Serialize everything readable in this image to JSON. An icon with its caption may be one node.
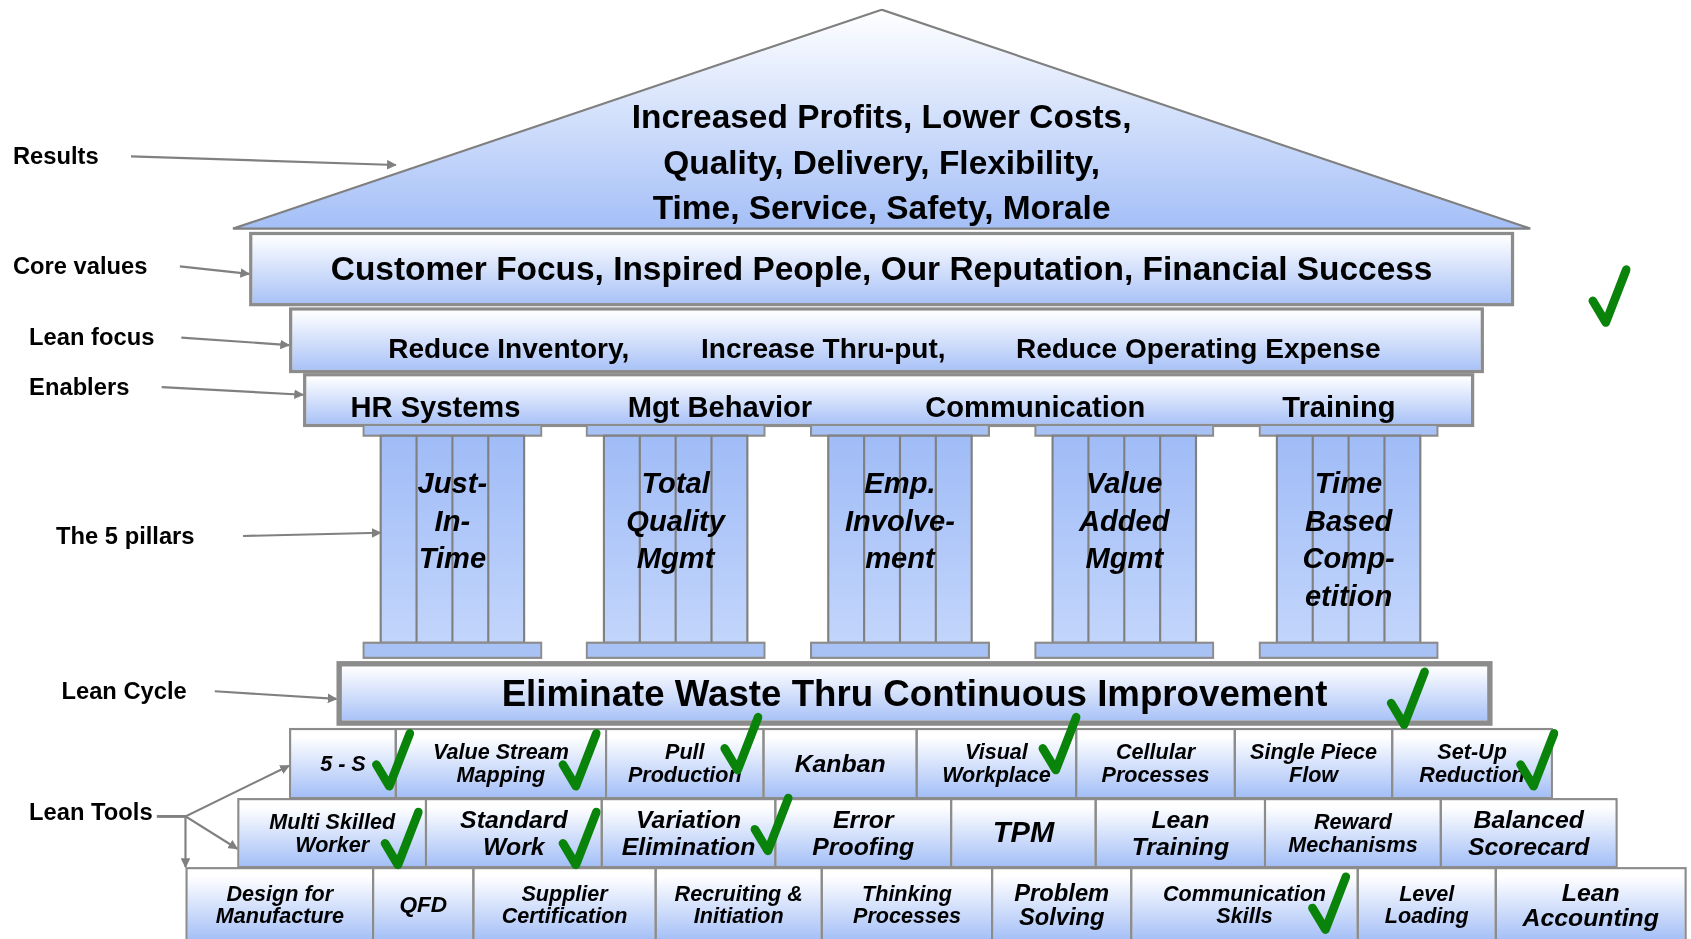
{
  "diagram": {
    "nodes": [
      {
        "text": [
          "Results"
        ]
      },
      {
        "text": [
          "Increased Profits, Lower Costs, Quality, Delivery, Flexibility, Time, Service, Safety, Morale"
        ]
      },
      {
        "text": [
          "Core values"
        ]
      },
      {
        "text": [
          "Customer Focus, Inspired People, Our Reputation, Financial Success"
        ]
      },
      {
        "text": [
          "Lean focus"
        ]
      },
      {
        "text": [
          "Reduce Inventory,",
          "Increase Thru-put,",
          "Reduce Operating Expense"
        ]
      },
      {
        "text": [
          "Enablers"
        ]
      },
      {
        "text": [
          "HR Systems",
          "Mgt Behavior",
          "Communication",
          "Training"
        ]
      },
      {
        "text": [
          "The 5 pillars"
        ]
      },
      {
        "text": [
          "Just- In- Time"
        ]
      },
      {
        "text": [
          "Total Quality Mgmt"
        ]
      },
      {
        "text": [
          "Emp. Involve- ment"
        ]
      },
      {
        "text": [
          "Value Added Mgmt"
        ]
      },
      {
        "text": [
          "Time Based Comp- etition"
        ]
      },
      {
        "text": [
          "Lean Cycle"
        ]
      },
      {
        "text": [
          "Eliminate Waste Thru Continuous Improvement"
        ]
      },
      {
        "text": [
          "Lean Tools"
        ]
      },
      {
        "text": [
          "5 - S"
        ]
      },
      {
        "text": [
          "Value Stream Mapping"
        ]
      },
      {
        "text": [
          "Pull Production"
        ]
      },
      {
        "text": [
          "Kanban"
        ]
      },
      {
        "text": [
          "Visual Workplace"
        ]
      },
      {
        "text": [
          "Cellular Processes"
        ]
      },
      {
        "text": [
          "Single Piece Flow"
        ]
      },
      {
        "text": [
          "Set-Up Reduction"
        ]
      },
      {
        "text": [
          "Multi Skilled Worker"
        ]
      },
      {
        "text": [
          "Standard Work"
        ]
      },
      {
        "text": [
          "Variation Elimination"
        ]
      },
      {
        "text": [
          "Error Proofing"
        ]
      },
      {
        "text": [
          "TPM"
        ]
      },
      {
        "text": [
          "Lean Training"
        ]
      },
      {
        "text": [
          "Reward Mechanisms"
        ]
      },
      {
        "text": [
          "Balanced Scorecard"
        ]
      },
      {
        "text": [
          "Design for Manufacture"
        ]
      },
      {
        "text": [
          "QFD"
        ]
      },
      {
        "text": [
          "Supplier Certification"
        ]
      },
      {
        "text": [
          "Recruiting & Initiation"
        ]
      },
      {
        "text": [
          "Thinking Processes"
        ]
      },
      {
        "text": [
          "Problem Solving"
        ]
      },
      {
        "text": [
          "Communication Skills"
        ]
      },
      {
        "text": [
          "Level Loading"
        ]
      },
      {
        "text": [
          "Lean Accounting"
        ]
      }
    ],
    "edges": [
      {
        "from": 0,
        "to": 1,
        "arrow": "to"
      },
      {
        "from": 2,
        "to": 3,
        "arrow": "to"
      },
      {
        "from": 4,
        "to": 5,
        "arrow": "to"
      },
      {
        "from": 6,
        "to": 7,
        "arrow": "to"
      },
      {
        "from": 8,
        "to": 9,
        "arrow": "to"
      },
      {
        "from": 14,
        "to": 15,
        "arrow": "to"
      },
      {
        "from": 16,
        "to": 17,
        "arrow": "to"
      },
      {
        "from": 16,
        "to": 25,
        "arrow": "to"
      },
      {
        "from": 16,
        "to": 33,
        "arrow": "to"
      }
    ]
  }
}
